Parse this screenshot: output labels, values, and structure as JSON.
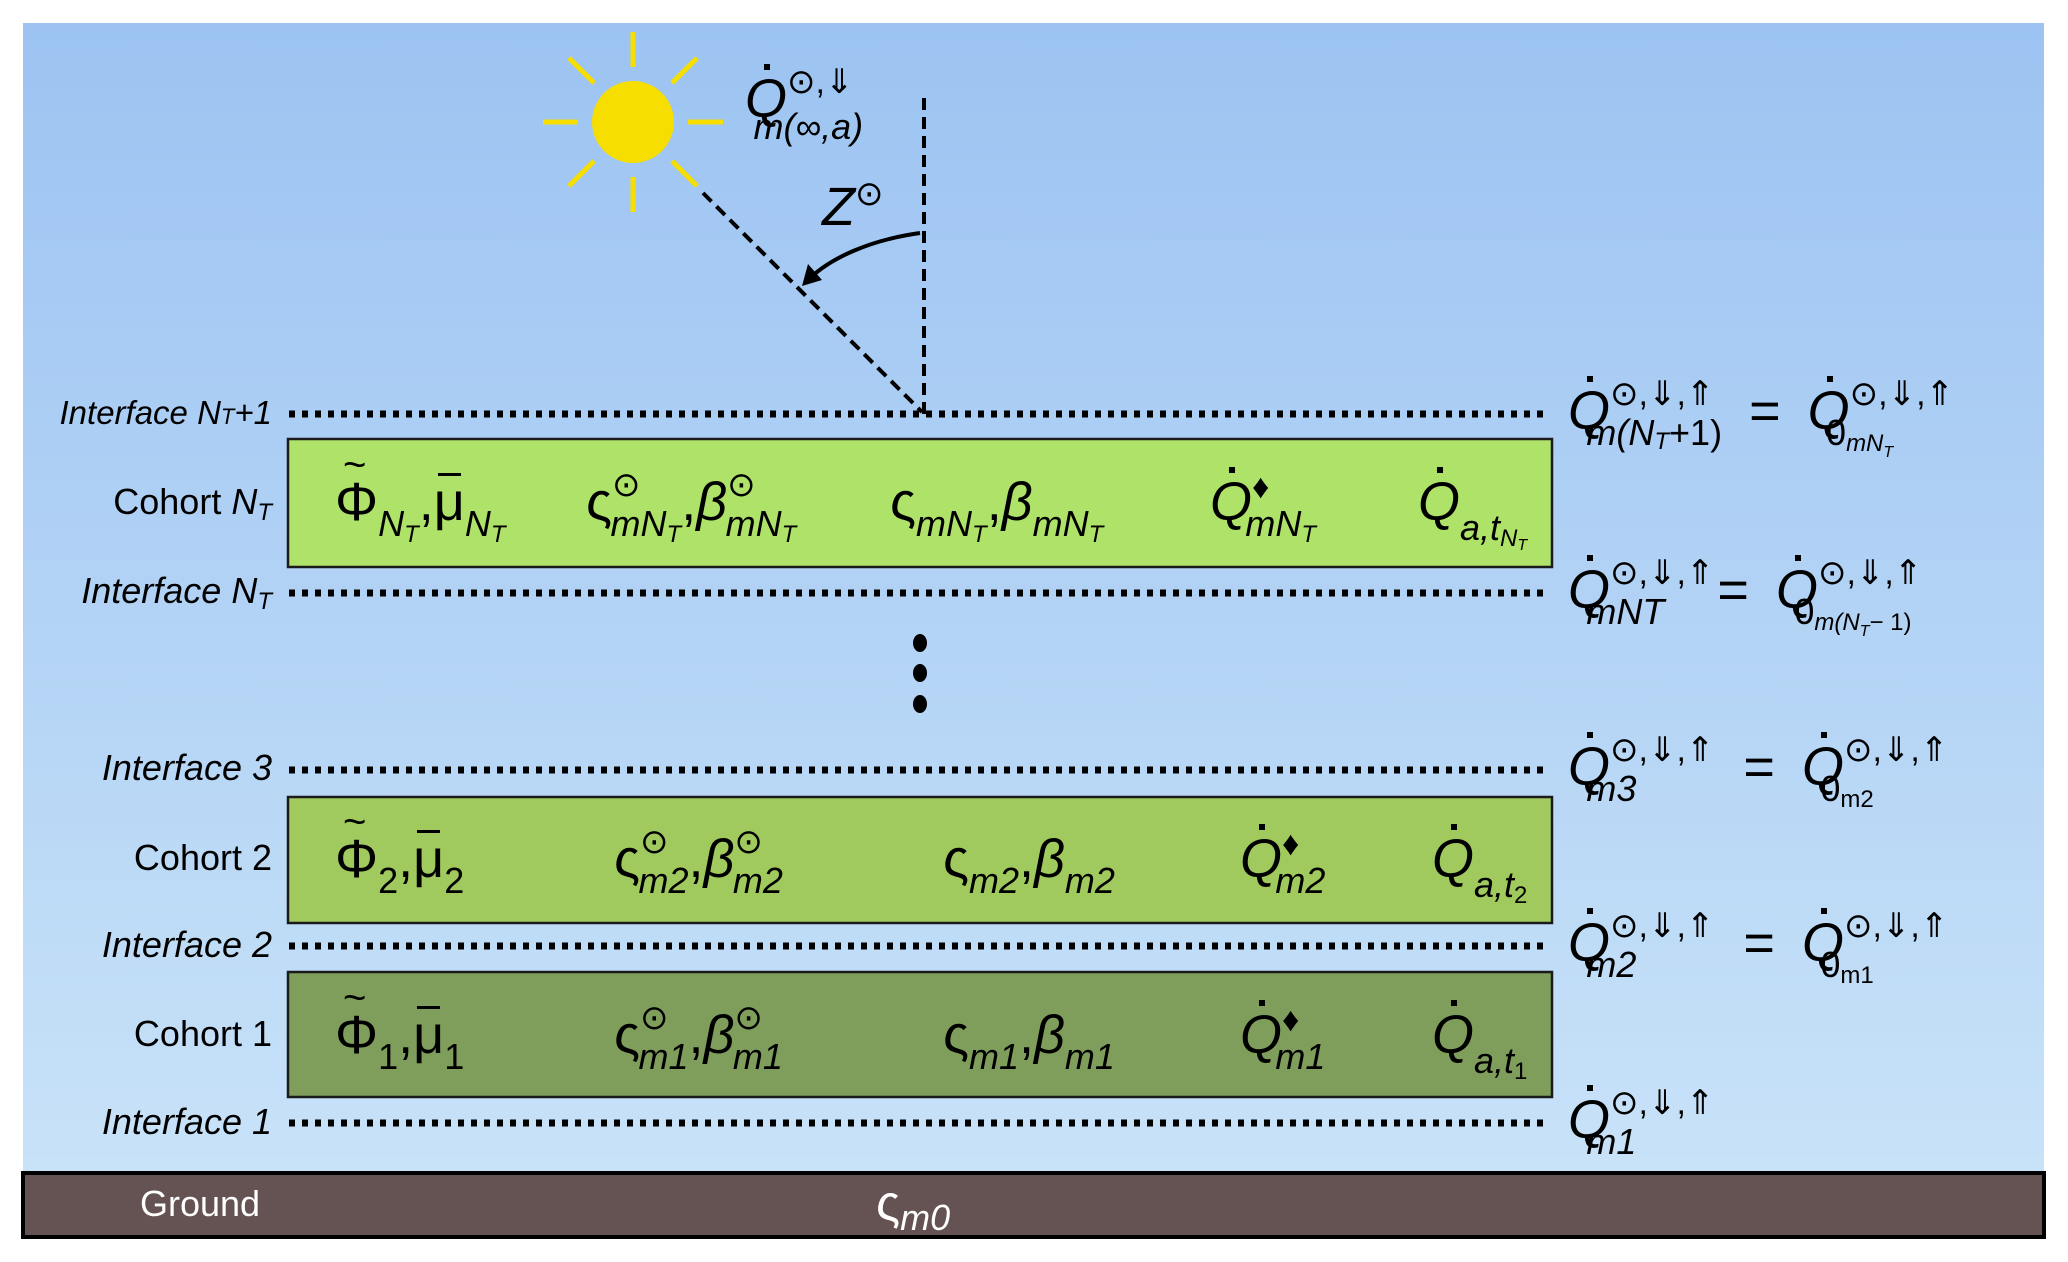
{
  "diagram": {
    "title_formula_top": {
      "base": "Q",
      "sup": "⊙,⇓",
      "sub": "m(∞,a)"
    },
    "zenith_label": {
      "base": "Z",
      "sup": "⊙"
    },
    "interfaces": [
      {
        "label_prefix": "Interface ",
        "label_var": "N",
        "label_var_sub": "T",
        "label_suffix": "+1",
        "flux": {
          "lhs_sub": "m(N",
          "lhs_sub_sub": "T",
          "lhs_sub_end": "+1)",
          "rhs_sub": "0",
          "rhs_subsub": "mN",
          "rhs_subsub2": "T"
        }
      },
      {
        "label_prefix": "Interface ",
        "label_var": "N",
        "label_var_sub": "T",
        "label_suffix": "",
        "flux": {
          "lhs_sub": "mNT",
          "rhs_sub": "0",
          "rhs_subsub": "m(N",
          "rhs_subsub2": "T",
          "rhs_subsub_end": "− 1)"
        }
      },
      {
        "label_prefix": "Interface 3",
        "flux": {
          "lhs_sub": "m3",
          "rhs_sub": "0",
          "rhs_subsub": "m2"
        }
      },
      {
        "label_prefix": "Interface 2",
        "flux": {
          "lhs_sub": "m2",
          "rhs_sub": "0",
          "rhs_subsub": "m1"
        }
      },
      {
        "label_prefix": "Interface 1",
        "flux": {
          "lhs_sub": "m1"
        }
      }
    ],
    "flux_sup": "⊙,⇓,⇑",
    "equals": "=",
    "cohorts": [
      {
        "label": "Cohort ",
        "label_var": "N",
        "label_var_sub": "T",
        "fill": "#aee268",
        "phi_sub": "N",
        "phi_sub_sub": "T",
        "mu_sub": "N",
        "mu_sub_sub": "T",
        "sigma_sol_sub": "mN",
        "sigma_sol_sub_sub": "T",
        "beta_sol_sub": "mN",
        "beta_sol_sub_sub": "T",
        "sigma_sub": "mN",
        "sigma_sub_sub": "T",
        "beta_sub": "mN",
        "beta_sub_sub": "T",
        "qdiamond_sub": "mN",
        "qdiamond_sub_sub": "T",
        "qa_sub": "a,t",
        "qa_sub_sub": "N",
        "qa_sub_sub_sub": "T"
      },
      {
        "label": "Cohort 2",
        "fill": "#a0ca5e",
        "phi_sub": "2",
        "mu_sub": "2",
        "sigma_sol_sub": "m2",
        "beta_sol_sub": "m2",
        "sigma_sub": "m2",
        "beta_sub": "m2",
        "qdiamond_sub": "m2",
        "qa_sub": "a,t",
        "qa_sub_sub": "2"
      },
      {
        "label": "Cohort 1",
        "fill": "#7f9e5b",
        "phi_sub": "1",
        "mu_sub": "1",
        "sigma_sol_sub": "m1",
        "beta_sol_sub": "m1",
        "sigma_sub": "m1",
        "beta_sub": "m1",
        "qdiamond_sub": "m1",
        "qa_sub": "a,t",
        "qa_sub_sub": "1"
      }
    ],
    "symbols": {
      "phi": "Φ",
      "mu": "μ",
      "sigma": "ς",
      "beta": "β",
      "Q": "Q",
      "sol": "⊙",
      "diamond": "♦",
      "comma": ","
    },
    "ground": {
      "label": "Ground",
      "symbol": "ς",
      "symbol_sub": "m0",
      "fill": "#655253"
    },
    "colors": {
      "sky_top": "#9cc3f2",
      "sky_bottom": "#c8e2f8",
      "sun": "#f5de00",
      "ink": "#000000"
    },
    "ellipsis": "⋮"
  }
}
